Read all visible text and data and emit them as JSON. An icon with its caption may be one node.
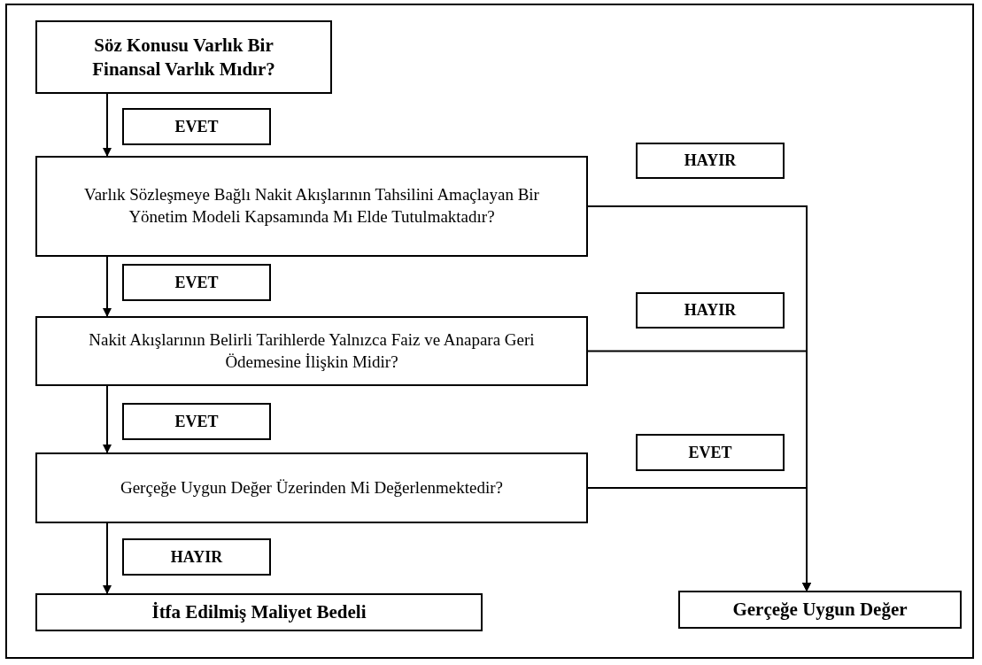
{
  "diagram": {
    "nodes": [
      {
        "text": [
          "Söz Konusu Varlık Bir Finansal Varlık Mıdır?"
        ]
      },
      {
        "text": [
          "Varlık Sözleşmeye Bağlı Nakit Akışlarının Tahsilini Amaçlayan Bir Yönetim Modeli Kapsamında Mı Elde Tutulmaktadır?"
        ]
      },
      {
        "text": [
          "Nakit Akışlarının Belirli Tarihlerde Yalnızca Faiz ve Anapara Geri Ödemesine İlişkin Midir?"
        ]
      },
      {
        "text": [
          "Gerçeğe Uygun Değer Üzerinden Mi Değerlenmektedir?"
        ]
      },
      {
        "text": [
          "İtfa Edilmiş Maliyet Bedeli"
        ]
      },
      {
        "text": [
          "Gerçeğe Uygun Değer"
        ]
      }
    ],
    "edges": [
      {
        "from": 0,
        "to": 1,
        "arrow": "to",
        "label": "EVET"
      },
      {
        "from": 1,
        "to": 2,
        "arrow": "to",
        "label": "EVET"
      },
      {
        "from": 2,
        "to": 3,
        "arrow": "to",
        "label": "EVET"
      },
      {
        "from": 3,
        "to": 4,
        "arrow": "to",
        "label": "HAYIR"
      },
      {
        "from": 1,
        "to": 5,
        "arrow": "to",
        "label": "HAYIR"
      },
      {
        "from": 2,
        "to": 5,
        "arrow": "to",
        "label": "HAYIR"
      },
      {
        "from": 3,
        "to": 5,
        "arrow": "to",
        "label": "EVET"
      }
    ]
  }
}
